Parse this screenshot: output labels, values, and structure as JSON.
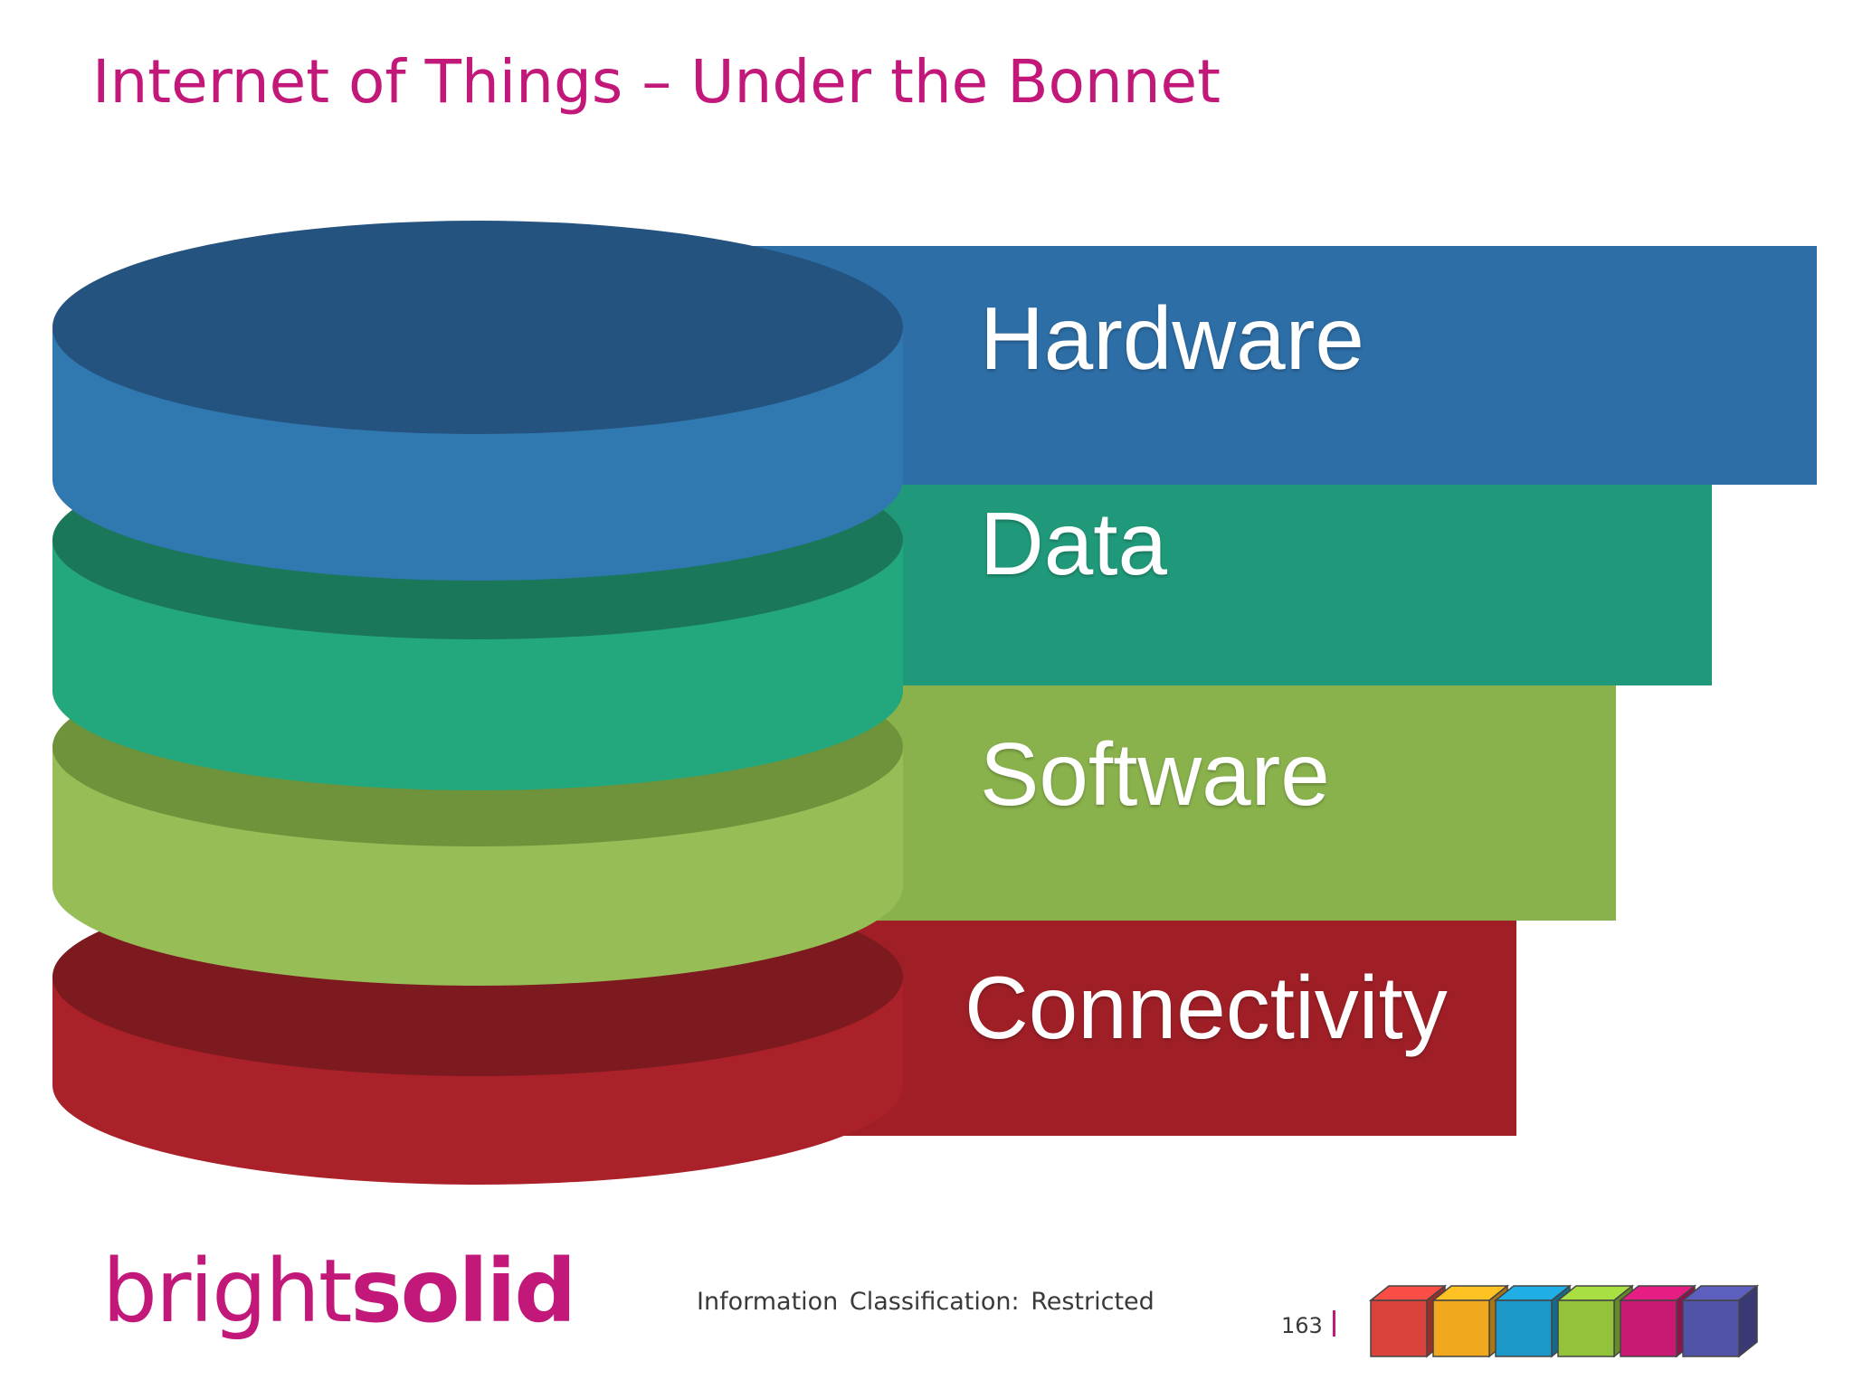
{
  "slide": {
    "title": "Internet of Things – Under the Bonnet"
  },
  "layers": [
    {
      "label": "Hardware",
      "color": "#2e74ac"
    },
    {
      "label": "Data",
      "color": "#22a07a"
    },
    {
      "label": "Software",
      "color": "#8cb44c"
    },
    {
      "label": "Connectivity",
      "color": "#a41f27"
    }
  ],
  "footer": {
    "logo_light": "bright",
    "logo_bold": "solid",
    "classification": "Information Classification:  Restricted",
    "page_number": "163",
    "cube_colors": [
      "#d9433c",
      "#f0a91e",
      "#1b98c8",
      "#92c33a",
      "#c81a72",
      "#5153a6"
    ]
  }
}
